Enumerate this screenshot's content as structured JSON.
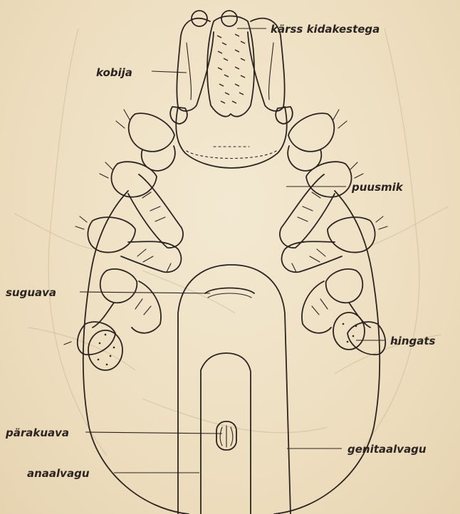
{
  "labels": {
    "karss": "kärss kidakestega",
    "kobija": "kobija",
    "puusmik": "puusmik",
    "suguava": "suguava",
    "hingats": "hingats",
    "parakuava": "pärakuava",
    "genitaalvagu": "genitaalvagu",
    "anaalvagu": "anaalvagu"
  },
  "colors": {
    "paper": "#efe2c6",
    "ink": "#2b2420",
    "faint": "#c9b794"
  }
}
